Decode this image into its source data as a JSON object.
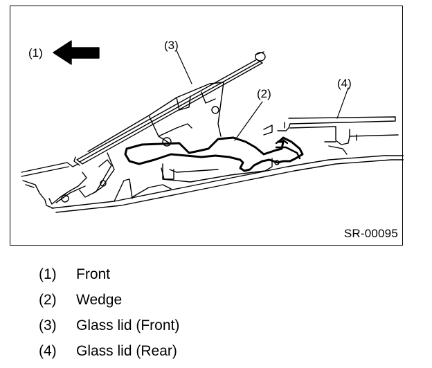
{
  "figure": {
    "reference_code": "SR-00095",
    "callouts": [
      "(1)",
      "(2)",
      "(3)",
      "(4)"
    ]
  },
  "legend": [
    {
      "number": "(1)",
      "label": "Front"
    },
    {
      "number": "(2)",
      "label": "Wedge"
    },
    {
      "number": "(3)",
      "label": "Glass lid (Front)"
    },
    {
      "number": "(4)",
      "label": "Glass lid (Rear)"
    }
  ]
}
